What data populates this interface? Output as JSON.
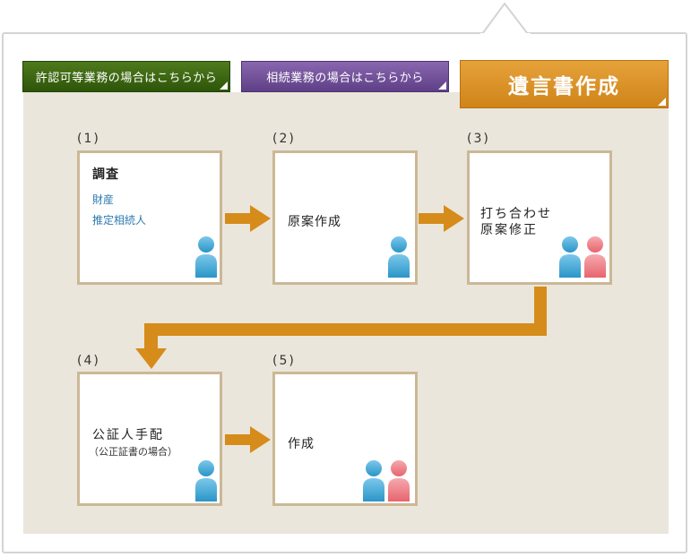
{
  "tabs": {
    "permits": "許認可等業務の場合はこちらから",
    "inheritance": "相続業務の場合はこちらから",
    "will": "遺言書作成"
  },
  "steps": [
    {
      "num": "(1)",
      "title": "調査",
      "items": [
        "財産",
        "推定相続人"
      ]
    },
    {
      "num": "(2)",
      "title": "原案作成"
    },
    {
      "num": "(3)",
      "title_line1": "打ち合わせ",
      "title_line2": "原案修正"
    },
    {
      "num": "(4)",
      "title": "公証人手配",
      "note": "（公正証書の場合）"
    },
    {
      "num": "(5)",
      "title": "作成"
    }
  ],
  "colors": {
    "arrow": "#d68c1a",
    "person_blue": "#3ea6d6",
    "person_pink": "#ee7f87",
    "box_border": "#cbb896",
    "background": "#ebe6db"
  }
}
